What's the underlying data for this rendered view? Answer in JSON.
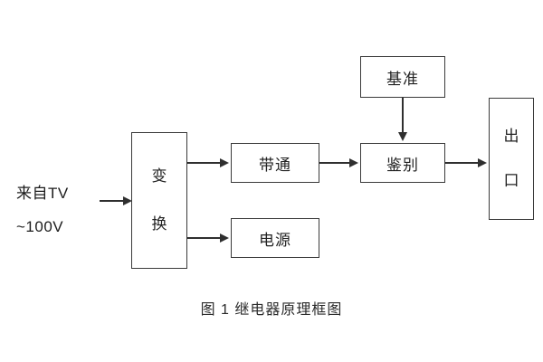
{
  "figure": {
    "caption": "图 1  继电器原理框图",
    "background_color": "#ffffff",
    "line_color": "#2f2f2f",
    "box_border_color": "#3a3a3a",
    "text_color": "#1c1c1c"
  },
  "source": {
    "line1": "来自TV",
    "line2": "~100V"
  },
  "blocks": {
    "convert": {
      "char1": "变",
      "char2": "换"
    },
    "bandpass": {
      "label": "带通"
    },
    "power": {
      "label": "电源"
    },
    "reference": {
      "label": "基准"
    },
    "discriminate": {
      "label": "鉴别"
    },
    "output": {
      "char1": "出",
      "char2": "口"
    }
  },
  "connections": [
    {
      "name": "source-to-convert",
      "from": "来自TV ~100V",
      "to": "变换"
    },
    {
      "name": "convert-to-bandpass",
      "from": "变换",
      "to": "带通"
    },
    {
      "name": "convert-to-power",
      "from": "变换",
      "to": "电源"
    },
    {
      "name": "bandpass-to-discriminate",
      "from": "带通",
      "to": "鉴别"
    },
    {
      "name": "reference-to-discriminate",
      "from": "基准",
      "to": "鉴别"
    },
    {
      "name": "discriminate-to-output",
      "from": "鉴别",
      "to": "出口"
    }
  ]
}
